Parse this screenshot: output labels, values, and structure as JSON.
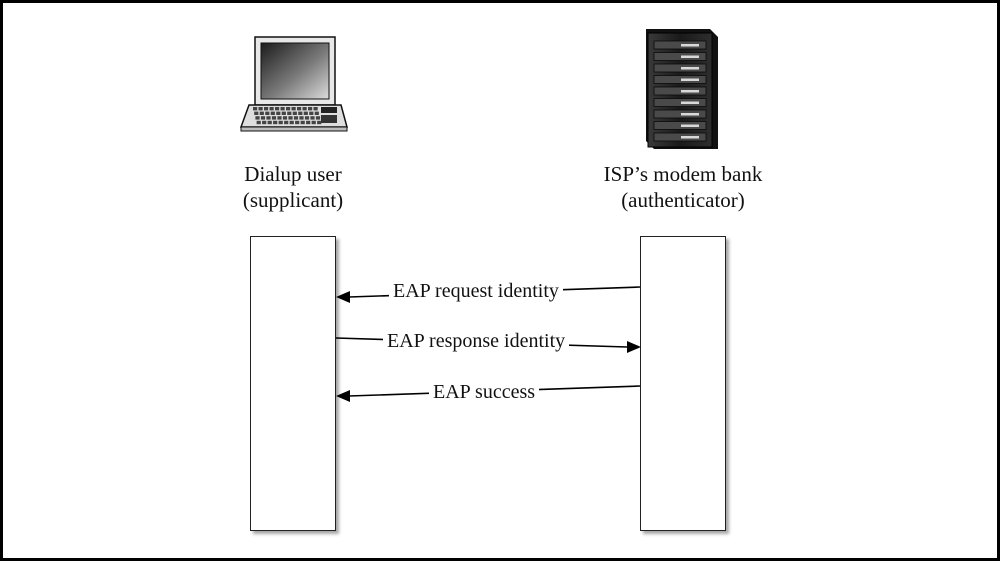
{
  "supplicant": {
    "icon": "laptop-icon",
    "line1": "Dialup user",
    "line2": "(supplicant)"
  },
  "authenticator": {
    "icon": "server-rack-icon",
    "line1": "ISP’s modem bank",
    "line2": "(authenticator)"
  },
  "messages": [
    {
      "text": "EAP request identity",
      "direction": "authenticator-to-supplicant"
    },
    {
      "text": "EAP response identity",
      "direction": "supplicant-to-authenticator"
    },
    {
      "text": "EAP success",
      "direction": "authenticator-to-supplicant"
    }
  ]
}
